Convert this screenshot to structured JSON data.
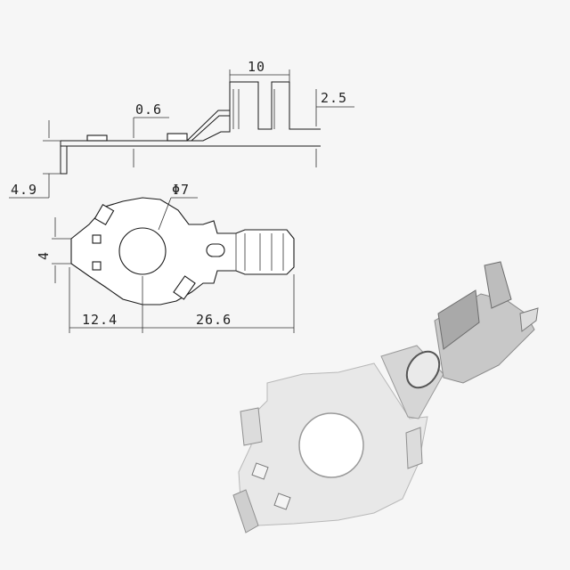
{
  "drawing": {
    "dimensions": {
      "width_top": "10",
      "thickness": "0.6",
      "height_side": "2.5",
      "offset_left": "4.9",
      "hole": "Φ7",
      "tab_width": "4",
      "hole_offset": "12.4",
      "total_length": "26.6"
    }
  },
  "colors": {
    "background": "#f6f6f6",
    "line": "#1a1a1a",
    "metal_light": "#eeeeee",
    "metal_mid": "#c9c9c9",
    "metal_dark": "#8f8f8f"
  }
}
